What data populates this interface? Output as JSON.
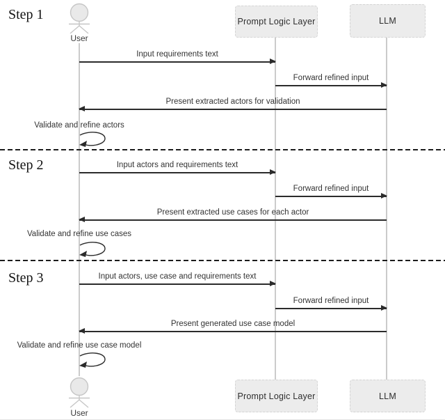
{
  "participants": [
    {
      "name": "User",
      "kind": "actor"
    },
    {
      "name": "Prompt Logic Layer",
      "kind": "component"
    },
    {
      "name": "LLM",
      "kind": "component"
    }
  ],
  "steps": [
    {
      "label": "Step 1",
      "messages": [
        {
          "label": "Input requirements text",
          "from": "User",
          "to": "Prompt Logic Layer",
          "direction": "right"
        },
        {
          "label": "Forward refined input",
          "from": "Prompt Logic Layer",
          "to": "LLM",
          "direction": "right"
        },
        {
          "label": "Present extracted actors for validation",
          "from": "LLM",
          "to": "User",
          "direction": "left"
        },
        {
          "label": "Validate and refine actors",
          "from": "User",
          "to": "User",
          "direction": "self"
        }
      ]
    },
    {
      "label": "Step 2",
      "messages": [
        {
          "label": "Input actors and requirements text",
          "from": "User",
          "to": "Prompt Logic Layer",
          "direction": "right"
        },
        {
          "label": "Forward refined input",
          "from": "Prompt Logic Layer",
          "to": "LLM",
          "direction": "right"
        },
        {
          "label": "Present extracted use cases for each actor",
          "from": "LLM",
          "to": "User",
          "direction": "left"
        },
        {
          "label": "Validate and refine use cases",
          "from": "User",
          "to": "User",
          "direction": "self"
        }
      ]
    },
    {
      "label": "Step 3",
      "messages": [
        {
          "label": "Input actors, use case and requirements text",
          "from": "User",
          "to": "Prompt Logic Layer",
          "direction": "right"
        },
        {
          "label": "Forward refined input",
          "from": "Prompt Logic Layer",
          "to": "LLM",
          "direction": "right"
        },
        {
          "label": "Present generated use case model",
          "from": "LLM",
          "to": "User",
          "direction": "left"
        },
        {
          "label": "Validate and refine use case model",
          "from": "User",
          "to": "User",
          "direction": "self"
        }
      ]
    }
  ],
  "colors": {
    "box_fill": "#ececec",
    "box_border": "#d4d4d4",
    "lifeline": "#cbcbcb",
    "arrow": "#2b2b2b",
    "text": "#333333",
    "actor_stroke": "#c6c6c6",
    "actor_head_fill": "#e9e9e9"
  }
}
